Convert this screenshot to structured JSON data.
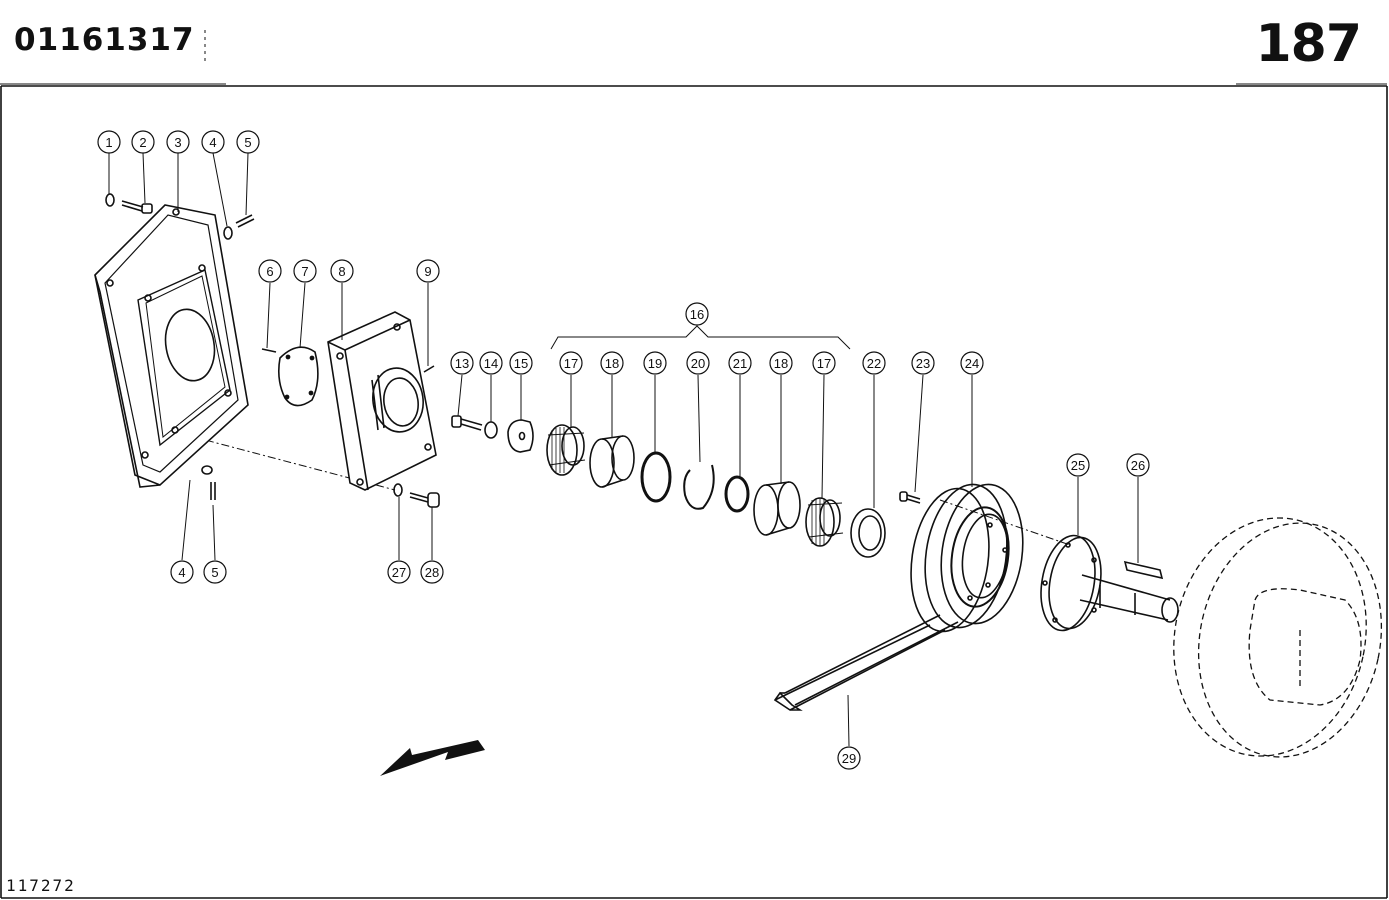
{
  "header": {
    "part_number": "01161317",
    "page_number": "187"
  },
  "footer": {
    "reference": "117272"
  },
  "callouts": [
    {
      "id": "c1",
      "label": "1"
    },
    {
      "id": "c2",
      "label": "2"
    },
    {
      "id": "c3",
      "label": "3"
    },
    {
      "id": "c4a",
      "label": "4"
    },
    {
      "id": "c5a",
      "label": "5"
    },
    {
      "id": "c6",
      "label": "6"
    },
    {
      "id": "c7",
      "label": "7"
    },
    {
      "id": "c8",
      "label": "8"
    },
    {
      "id": "c9",
      "label": "9"
    },
    {
      "id": "c13",
      "label": "13"
    },
    {
      "id": "c14",
      "label": "14"
    },
    {
      "id": "c15",
      "label": "15"
    },
    {
      "id": "c16",
      "label": "16"
    },
    {
      "id": "c17a",
      "label": "17"
    },
    {
      "id": "c18a",
      "label": "18"
    },
    {
      "id": "c19",
      "label": "19"
    },
    {
      "id": "c20",
      "label": "20"
    },
    {
      "id": "c21",
      "label": "21"
    },
    {
      "id": "c18b",
      "label": "18"
    },
    {
      "id": "c17b",
      "label": "17"
    },
    {
      "id": "c22",
      "label": "22"
    },
    {
      "id": "c23",
      "label": "23"
    },
    {
      "id": "c24",
      "label": "24"
    },
    {
      "id": "c25",
      "label": "25"
    },
    {
      "id": "c26",
      "label": "26"
    },
    {
      "id": "c4b",
      "label": "4"
    },
    {
      "id": "c5b",
      "label": "5"
    },
    {
      "id": "c27",
      "label": "27"
    },
    {
      "id": "c28",
      "label": "28"
    },
    {
      "id": "c29",
      "label": "29"
    }
  ]
}
